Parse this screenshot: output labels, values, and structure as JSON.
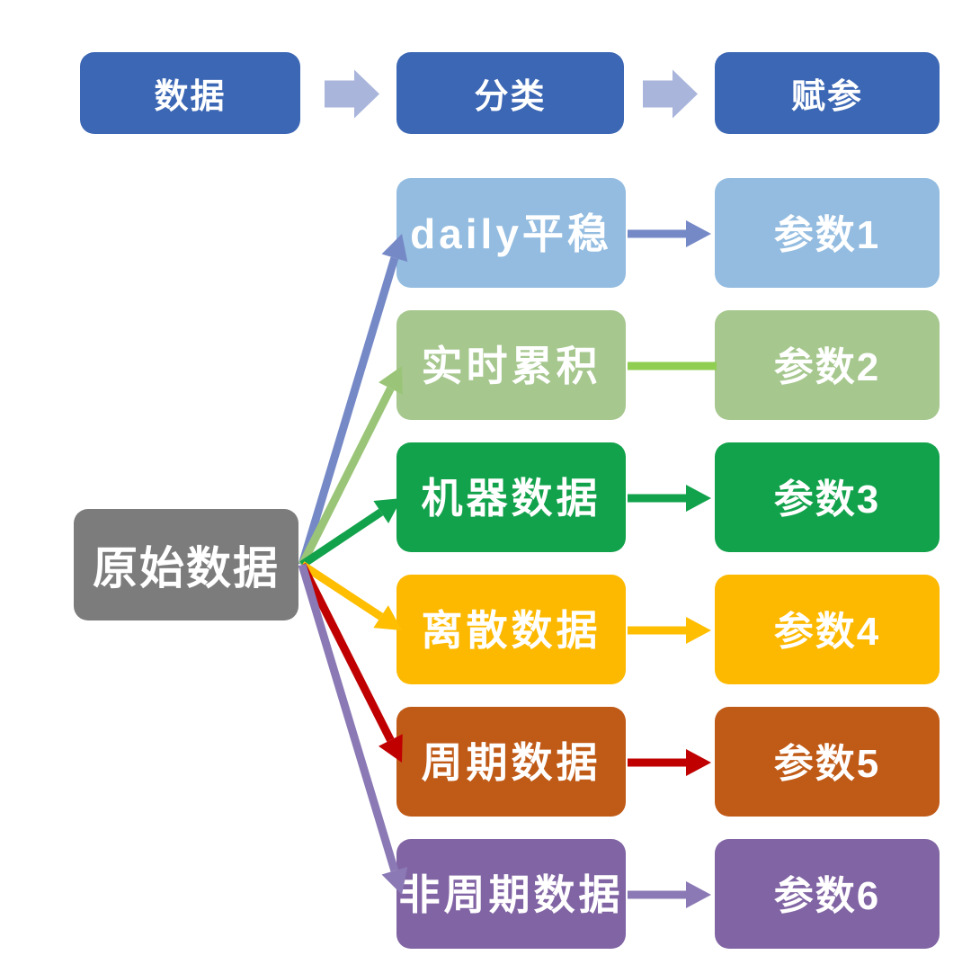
{
  "header": {
    "items": [
      "数据",
      "分类",
      "赋参"
    ],
    "box_color": "#3C67B4",
    "text_color": "#FFFFFF",
    "flow_arrow_color": "#A9B5DB"
  },
  "source": {
    "label": "原始数据",
    "box_color": "#7C7C7C",
    "text_color": "#FFFFFF"
  },
  "rows": [
    {
      "label": "daily平稳",
      "param": "参数1",
      "box_color": "#93BCE0",
      "fan_arrow_color": "#7689C7",
      "connector_color": "#7689C7",
      "connector_style": "arrow"
    },
    {
      "label": "实时累积",
      "param": "参数2",
      "box_color": "#A6C78E",
      "fan_arrow_color": "#9AC578",
      "connector_color": "#8FCE50",
      "connector_style": "line"
    },
    {
      "label": "机器数据",
      "param": "参数3",
      "box_color": "#12A24B",
      "fan_arrow_color": "#12A24B",
      "connector_color": "#12A24B",
      "connector_style": "arrow"
    },
    {
      "label": "离散数据",
      "param": "参数4",
      "box_color": "#FDB900",
      "fan_arrow_color": "#FFBE00",
      "connector_color": "#FFBE00",
      "connector_style": "arrow"
    },
    {
      "label": "周期数据",
      "param": "参数5",
      "box_color": "#C05A17",
      "fan_arrow_color": "#C00000",
      "connector_color": "#C00000",
      "connector_style": "arrow"
    },
    {
      "label": "非周期数据",
      "param": "参数6",
      "box_color": "#8164A4",
      "fan_arrow_color": "#8B79B5",
      "connector_color": "#8B79B5",
      "connector_style": "arrow"
    }
  ]
}
